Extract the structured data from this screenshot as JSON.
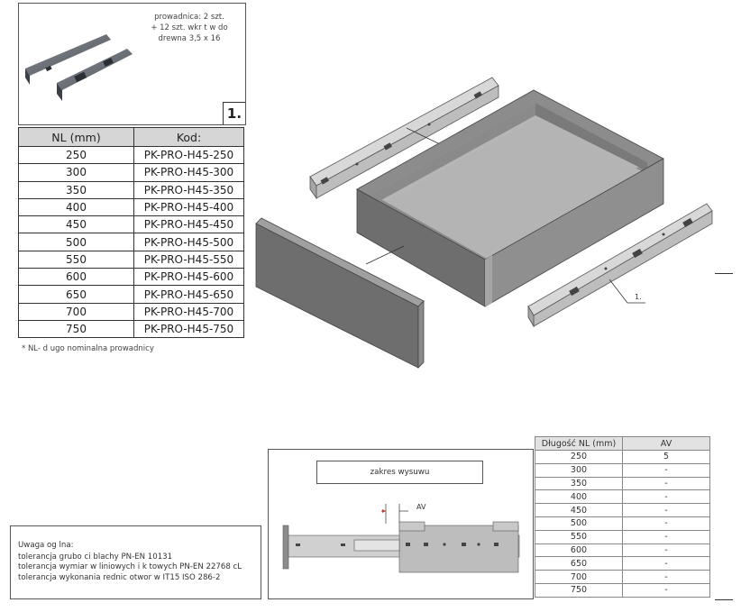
{
  "photo": {
    "caption": "prowadnica: 2 szt.\n+ 12 szt. wkr  t  w do\ndrewna 3,5 x 16",
    "badge": "1."
  },
  "nl_table": {
    "headers": [
      "NL (mm)",
      "Kod:"
    ],
    "rows": [
      [
        "250",
        "PK-PRO-H45-250"
      ],
      [
        "300",
        "PK-PRO-H45-300"
      ],
      [
        "350",
        "PK-PRO-H45-350"
      ],
      [
        "400",
        "PK-PRO-H45-400"
      ],
      [
        "450",
        "PK-PRO-H45-450"
      ],
      [
        "500",
        "PK-PRO-H45-500"
      ],
      [
        "550",
        "PK-PRO-H45-550"
      ],
      [
        "600",
        "PK-PRO-H45-600"
      ],
      [
        "650",
        "PK-PRO-H45-650"
      ],
      [
        "700",
        "PK-PRO-H45-700"
      ],
      [
        "750",
        "PK-PRO-H45-750"
      ]
    ]
  },
  "footnote": "* NL- d ugo    nominalna prowadnicy",
  "drawing": {
    "callout": "1."
  },
  "notes": {
    "title": "Uwaga og  lna:",
    "lines": [
      "tolerancja grubo  ci blachy PN-EN 10131",
      "tolerancja wymiar  w liniowych i k  towych PN-EN 22768 cL",
      "tolerancja wykonania   rednic otwor  w IT15 ISO 286-2"
    ]
  },
  "extension": {
    "label": "zakres wysuwu",
    "dimension": "AV"
  },
  "av_table": {
    "headers": [
      "Długość NL (mm)",
      "AV"
    ],
    "rows": [
      [
        "250",
        "5"
      ],
      [
        "300",
        "-"
      ],
      [
        "350",
        "-"
      ],
      [
        "400",
        "-"
      ],
      [
        "450",
        "-"
      ],
      [
        "500",
        "-"
      ],
      [
        "550",
        "-"
      ],
      [
        "600",
        "-"
      ],
      [
        "650",
        "-"
      ],
      [
        "700",
        "-"
      ],
      [
        "750",
        "-"
      ]
    ]
  },
  "colors": {
    "panel_dark": "#6e6e6e",
    "panel_light": "#9a9a9a",
    "drawer_floor": "#b4b4b4",
    "rail": "#c8c8c8",
    "header_fill": "#d6d6d6"
  }
}
